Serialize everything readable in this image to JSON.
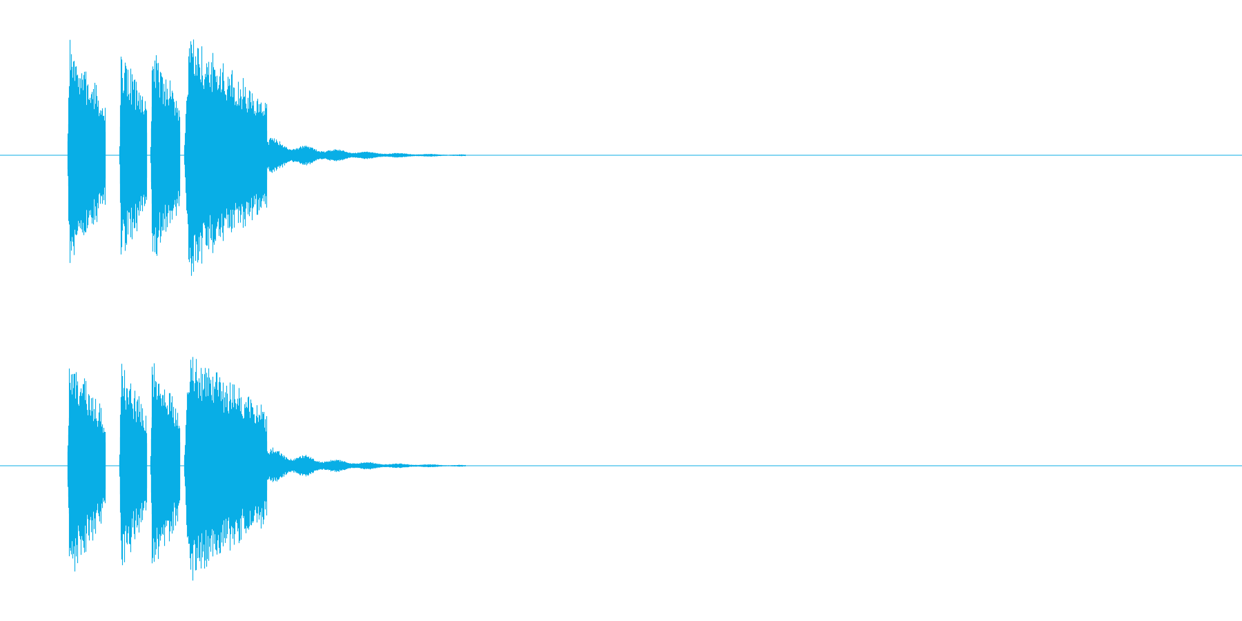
{
  "waveform": {
    "color": "#08aee6",
    "background": "#ffffff",
    "channels": [
      {
        "id": "left"
      },
      {
        "id": "right"
      }
    ],
    "bursts": [
      {
        "start": 0.054,
        "end": 0.085,
        "peak": 0.9
      },
      {
        "start": 0.096,
        "end": 0.118,
        "peak": 0.88
      },
      {
        "start": 0.121,
        "end": 0.145,
        "peak": 0.9
      },
      {
        "start": 0.148,
        "end": 0.215,
        "peak": 0.96
      }
    ],
    "tail": {
      "start": 0.215,
      "end": 0.375,
      "initial_level": 0.14
    }
  }
}
